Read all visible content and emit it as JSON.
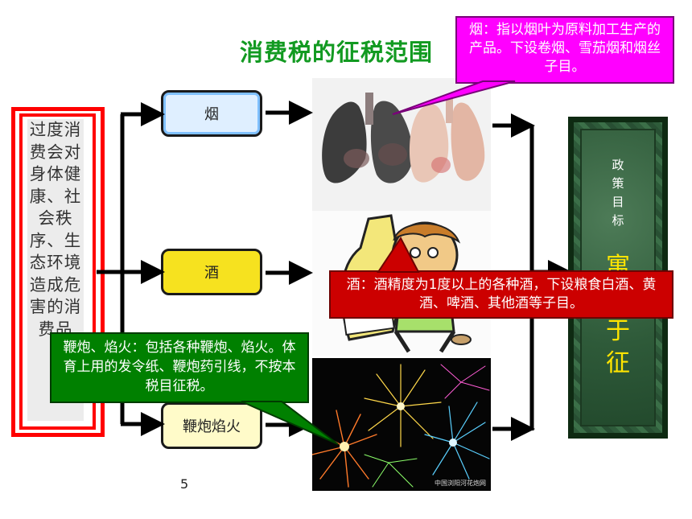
{
  "slide": {
    "title": "消费税的征税范围",
    "page_number": "5"
  },
  "left_box": {
    "text": "过度消费会对身体健康、社会秩序、生态环境造成危害的消费品"
  },
  "categories": [
    {
      "label": "烟"
    },
    {
      "label": "酒"
    },
    {
      "label": "鞭炮焰火"
    }
  ],
  "policy_box": {
    "label": "政策目标",
    "big_text": "寓禁于征"
  },
  "callouts": {
    "tobacco": "烟：指以烟叶为原料加工生产的产品。下设卷烟、雪茄烟和烟丝子目。",
    "alcohol": "酒：酒精度为1度以上的各种酒，下设粮食白酒、黄酒、啤酒、其他酒等子目。",
    "fireworks": "鞭炮、焰火：包括各种鞭炮、焰火。体育上用的发令纸、鞭炮药引线，不按本税目征税。"
  },
  "images": {
    "fireworks_caption": "中国浏阳河花炮网"
  },
  "colors": {
    "title": "#129a21",
    "left_border": "#ff0000",
    "tobacco_callout": "#ff00ff",
    "alcohol_callout": "#cc0000",
    "fireworks_callout": "#008000",
    "policy_text": "#ffe400"
  }
}
